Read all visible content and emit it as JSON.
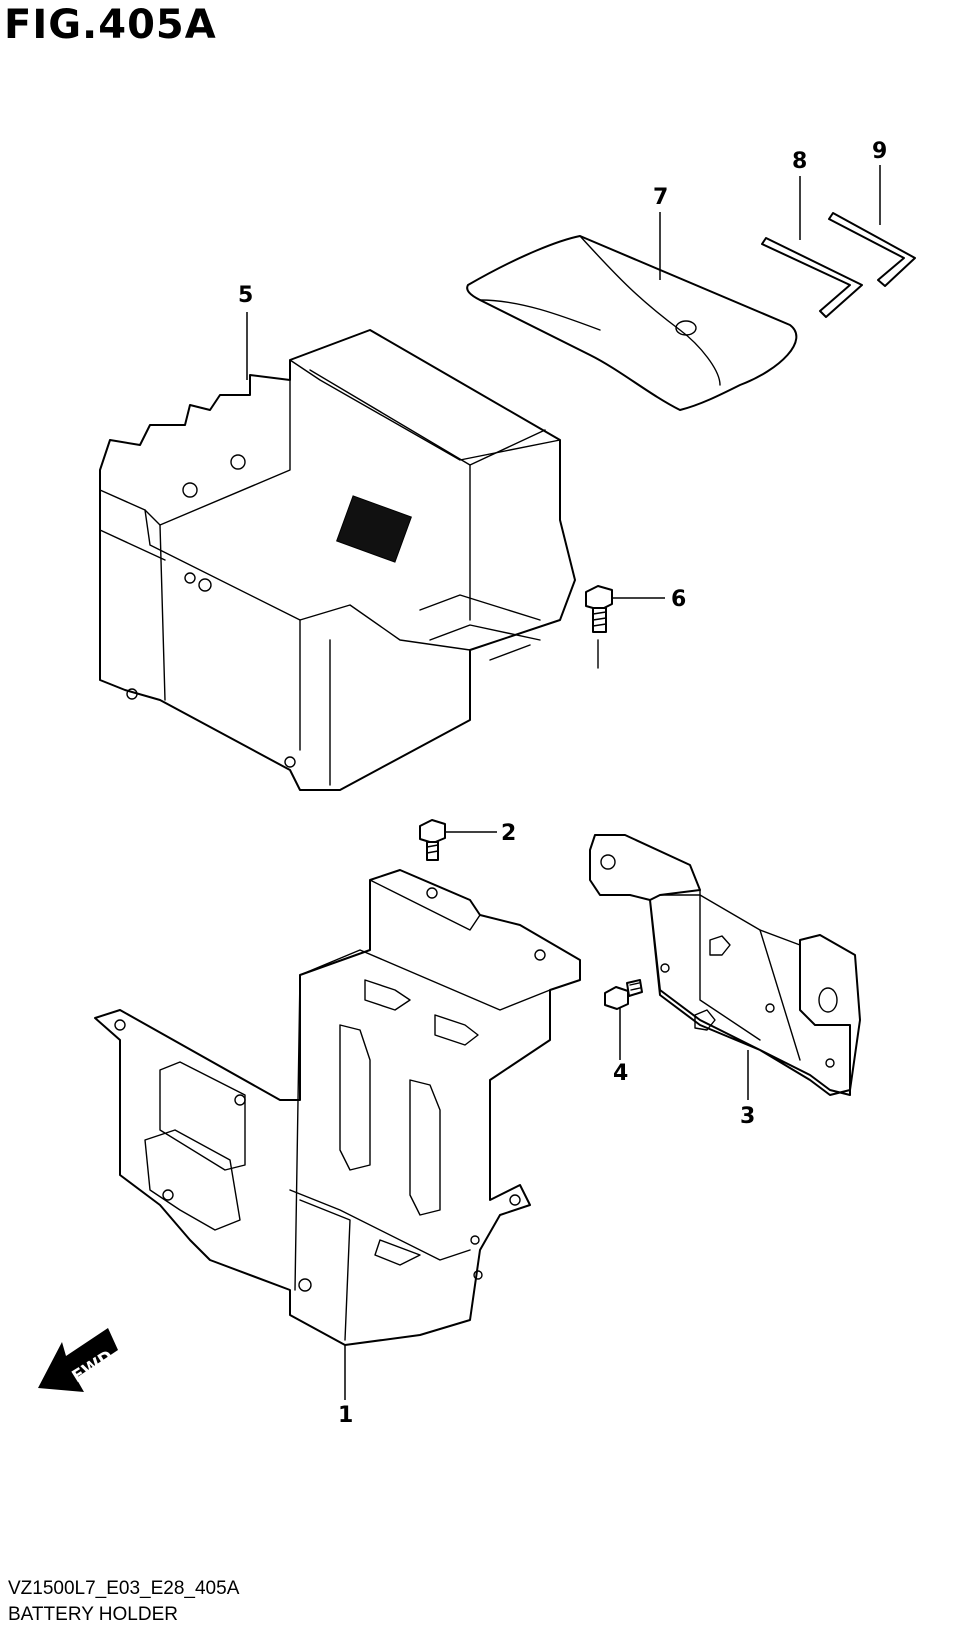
{
  "figure": {
    "title": "FIG.405A",
    "code": "VZ1500L7_E03_E28_405A",
    "name": "BATTERY HOLDER"
  },
  "callouts": [
    "1",
    "2",
    "3",
    "4",
    "5",
    "6",
    "7",
    "8",
    "9"
  ],
  "fwd_label": "FWD"
}
